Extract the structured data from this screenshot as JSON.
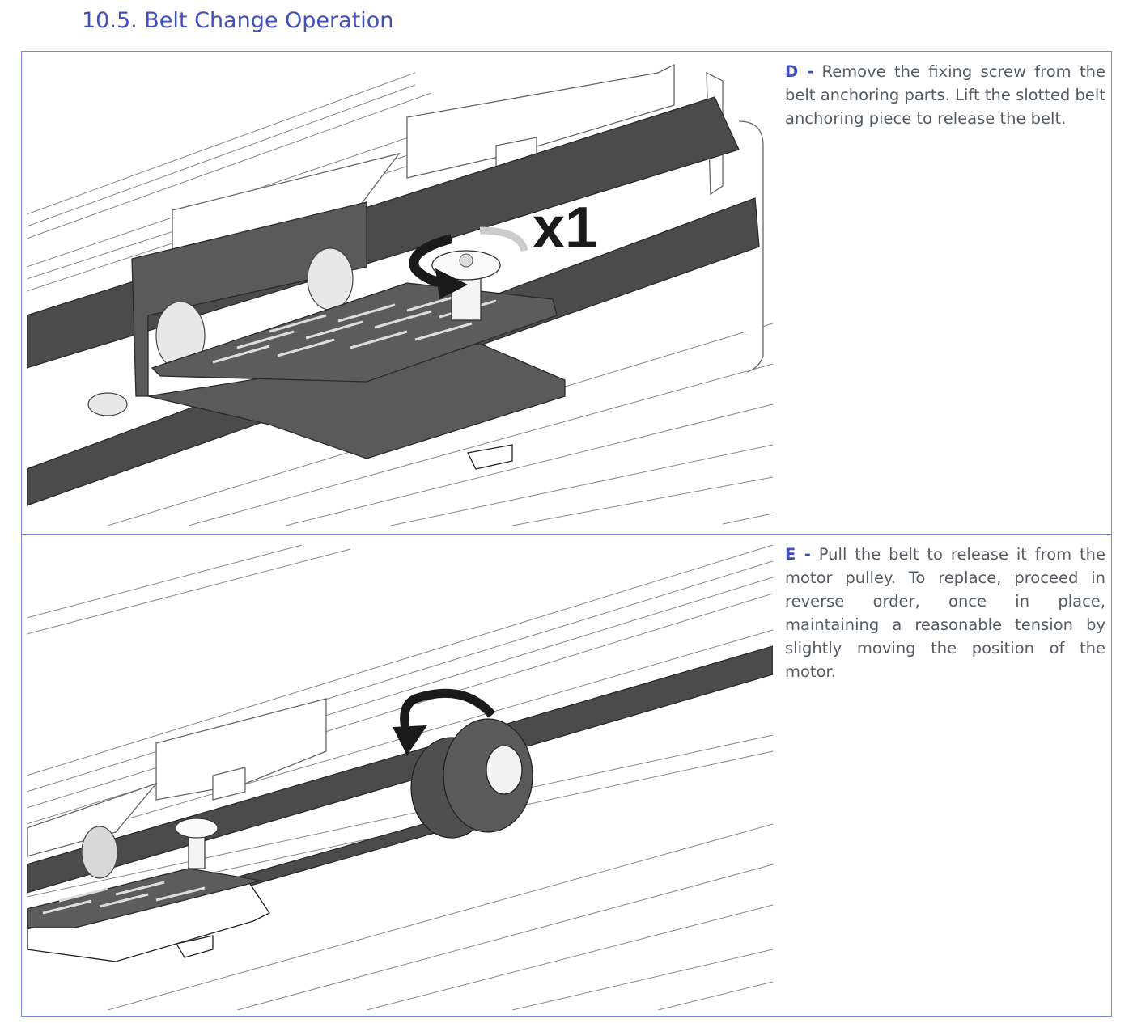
{
  "section": {
    "title": "10.5. Belt Change Operation"
  },
  "steps": [
    {
      "letter": "D -",
      "text": "Remove the fixing screw from the belt anchoring parts. Lift the slotted belt anchoring piece to release the belt.",
      "callout": "x1"
    },
    {
      "letter": "E -",
      "text": "Pull the belt to release it from the motor pulley. To replace, proceed in reverse order, once in place, maintaining a reasonable tension by slightly moving the position of the motor."
    }
  ],
  "colors": {
    "title": "#3f4fbf",
    "border": "#7b86d1",
    "body_text": "#555b62",
    "belt": "#4a4a4a",
    "part_dark": "#555555"
  }
}
